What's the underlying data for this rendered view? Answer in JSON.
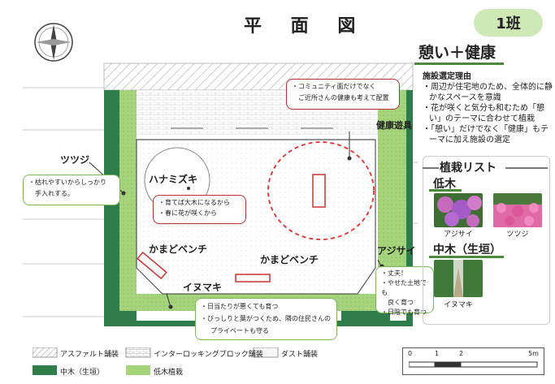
{
  "header": {
    "title": "平 面 図",
    "team_badge": "1班"
  },
  "theme": "憩い＋健康",
  "selection_reason": {
    "title": "施設選定理由",
    "items": [
      "・周辺が住宅地のため、全体的に静かなスペースを意識",
      "・花が咲くと気分も和むため「憩い」のテーマに合わせて植栽",
      "・「憩い」だけでなく「健康」もテーマに加え施設の選定"
    ]
  },
  "planting_list": {
    "title": "植栽リスト",
    "low_tree_label": "低木",
    "low_trees": [
      {
        "name": "アジサイ",
        "color": "#c56bbd",
        "icon": "hydrangea-photo"
      },
      {
        "name": "ツツジ",
        "color": "#e06aa4",
        "icon": "azalea-photo"
      }
    ],
    "mid_tree_label": "中木（生垣）",
    "mid_trees": [
      {
        "name": "イヌマキ",
        "color": "#3f7a3b",
        "icon": "podocarpus-hedge-photo"
      }
    ]
  },
  "plan": {
    "health_equipment_label": "健康遊具",
    "callout_community": [
      "・コミュニティ面だけでなく",
      "ご近所さんの健康も考えて配置"
    ],
    "tsutsuji_label": "ツツジ",
    "tsutsuji_note": [
      "・枯れやすいからしっかり",
      "手入れする。"
    ],
    "hanamizuki_label": "ハナミズキ",
    "hanamizuki_note": [
      "・育てば大木になるから",
      "・春に花が咲くから"
    ],
    "bench_label_left": "かまどベンチ",
    "bench_label_center": "かまどベンチ",
    "ajisai_label": "アジサイ",
    "ajisai_note": [
      "・丈夫！",
      "・やせた土地でも",
      "良く育つ",
      "・日陰でも育つ"
    ],
    "inumaki_label": "イヌマキ",
    "inumaki_note": [
      "・日当たりが悪くても育つ",
      "・びっしりと葉がつくため、隣の住民さんの",
      "プライベートも守る"
    ]
  },
  "legend": {
    "asphalt": "アスファルト舗装",
    "interlocking": "インターロッキングブロック舗装",
    "dust": "ダスト舗装",
    "mid_tree": "中木（生垣）",
    "low_tree": "低木植栽"
  },
  "scale": {
    "ticks": [
      "0",
      "1",
      "2",
      "5m"
    ]
  },
  "colors": {
    "mid_tree": "#2f7d4a",
    "low_tree": "#a6d47d",
    "callout_red": "#b33333",
    "callout_green": "#7cb85a",
    "accent_green": "#4a8a3a"
  }
}
